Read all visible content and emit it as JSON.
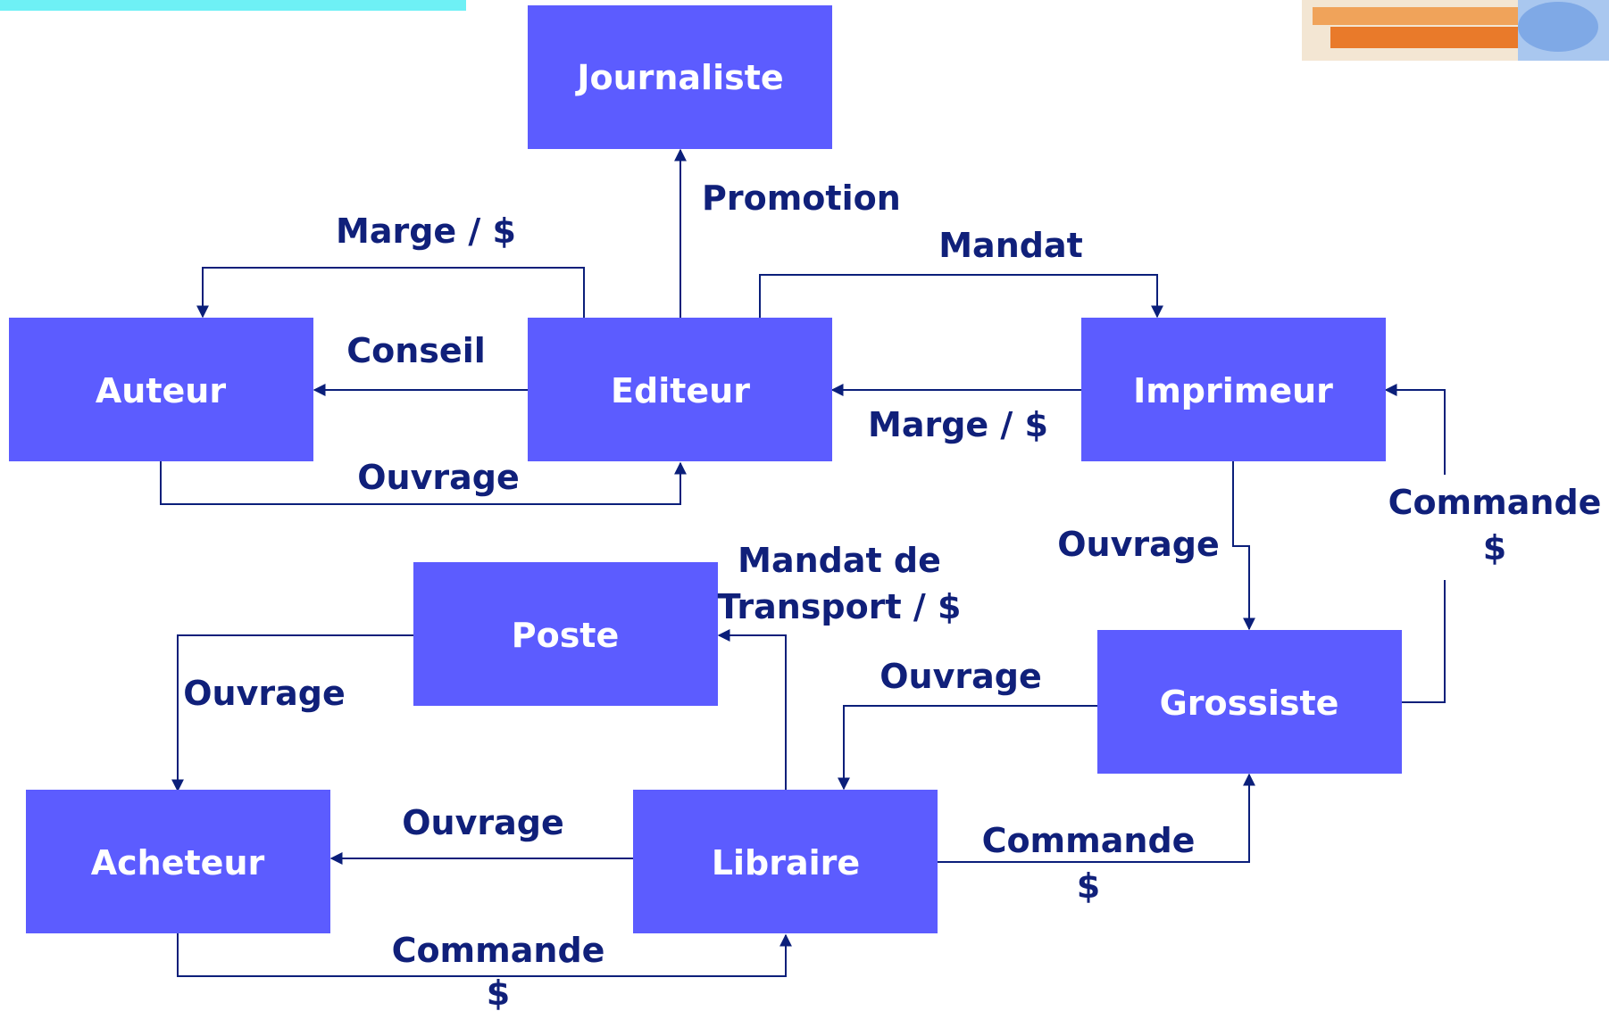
{
  "colors": {
    "node_fill": "#5c5cff",
    "node_text": "#ffffff",
    "edge": "#0b1f7a",
    "label": "#10207a",
    "top_bar": "#6ef0f5"
  },
  "nodes": {
    "journaliste": "Journaliste",
    "auteur": "Auteur",
    "editeur": "Editeur",
    "imprimeur": "Imprimeur",
    "poste": "Poste",
    "grossiste": "Grossiste",
    "acheteur": "Acheteur",
    "libraire": "Libraire"
  },
  "edges": {
    "promotion": "Promotion",
    "marge_auteur": "Marge / $",
    "mandat": "Mandat",
    "conseil": "Conseil",
    "marge_imprimeur": "Marge / $",
    "ouvrage_auteur": "Ouvrage",
    "ouvrage_imprimeur": "Ouvrage",
    "commande_grossiste_line1": "Commande",
    "commande_grossiste_line2": "$",
    "mandat_transport_line1": "Mandat de",
    "mandat_transport_line2": "Transport / $",
    "ouvrage_poste": "Ouvrage",
    "ouvrage_grossiste": "Ouvrage",
    "ouvrage_libraire": "Ouvrage",
    "commande_libraire_line1": "Commande",
    "commande_libraire_line2": "$",
    "commande_acheteur_line1": "Commande",
    "commande_acheteur_line2": "$"
  }
}
